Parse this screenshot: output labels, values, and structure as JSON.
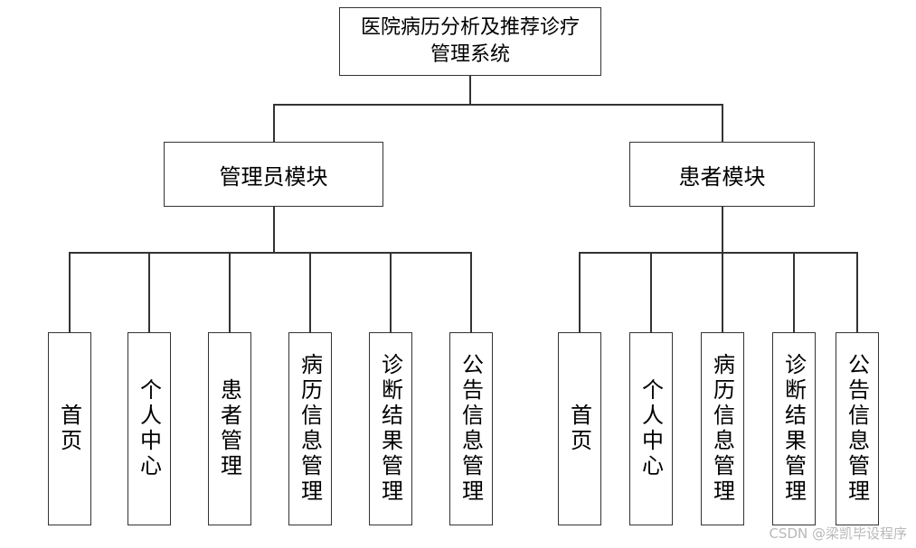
{
  "root": {
    "line1": "医院病历分析及推荐诊疗",
    "line2": "管理系统"
  },
  "modules": {
    "admin": {
      "title": "管理员模块",
      "items": [
        "首页",
        "个人中心",
        "患者管理",
        "病历信息管理",
        "诊断结果管理",
        "公告信息管理"
      ]
    },
    "patient": {
      "title": "患者模块",
      "items": [
        "首页",
        "个人中心",
        "病历信息管理",
        "诊断结果管理",
        "公告信息管理"
      ]
    }
  },
  "watermark": "CSDN @梁凯毕设程序"
}
